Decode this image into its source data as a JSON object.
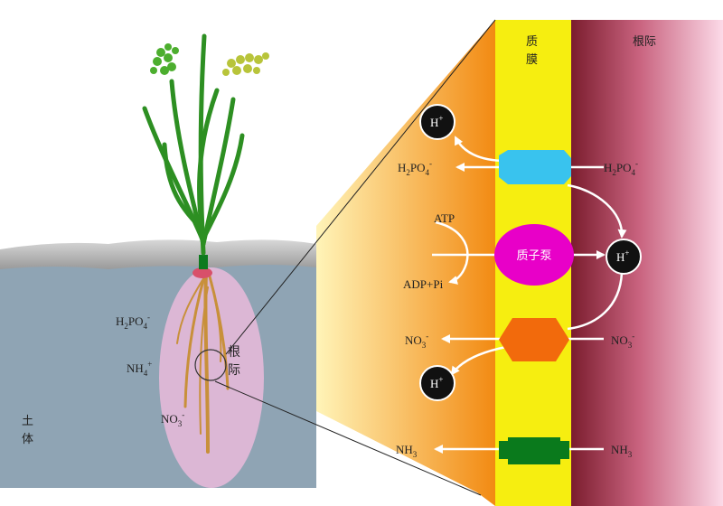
{
  "soil_panel": {
    "soil_label_line1": "土",
    "soil_label_line2": "体",
    "rhizosphere_label_line1": "根",
    "rhizosphere_label_line2": "际",
    "ion_h2po4": {
      "base": "H",
      "sub1": "2",
      "mid": "PO",
      "sub2": "4",
      "sup": "-"
    },
    "ion_nh4": {
      "base": "NH",
      "sub": "4",
      "sup": "+"
    },
    "ion_no3": {
      "base": "NO",
      "sub": "3",
      "sup": "-"
    }
  },
  "zoom_panel": {
    "membrane_label_line1": "质",
    "membrane_label_line2": "膜",
    "rhizosphere_label": "根际",
    "proton_pump_label": "质子泵",
    "atp_label": "ATP",
    "adp_label": "ADP+Pi",
    "h_plus": {
      "base": "H",
      "sup": "+"
    },
    "h2po4": {
      "base": "H",
      "sub1": "2",
      "mid": "PO",
      "sub2": "4",
      "sup": "-"
    },
    "no3": {
      "base": "NO",
      "sub": "3",
      "sup": "-"
    },
    "nh3": {
      "base": "NH",
      "sub": "3"
    }
  },
  "colors": {
    "soil": "#8fa4b4",
    "rhizosphere_oval": "#e3b8d8",
    "cytoplasm_gradient": [
      "#fff6b0",
      "#f08a10"
    ],
    "membrane": "#f6ee10",
    "rhizosphere_gradient": [
      "#7a1f2e",
      "#fbd8e6"
    ],
    "phosphate_carrier": "#39c3ee",
    "proton_pump": "#e800c8",
    "nitrate_carrier": "#f26a0c",
    "ammonia_channel": "#0a7a1c",
    "h_ion": "#111111",
    "plant": "#2d8f22",
    "root": "#c8903a"
  }
}
